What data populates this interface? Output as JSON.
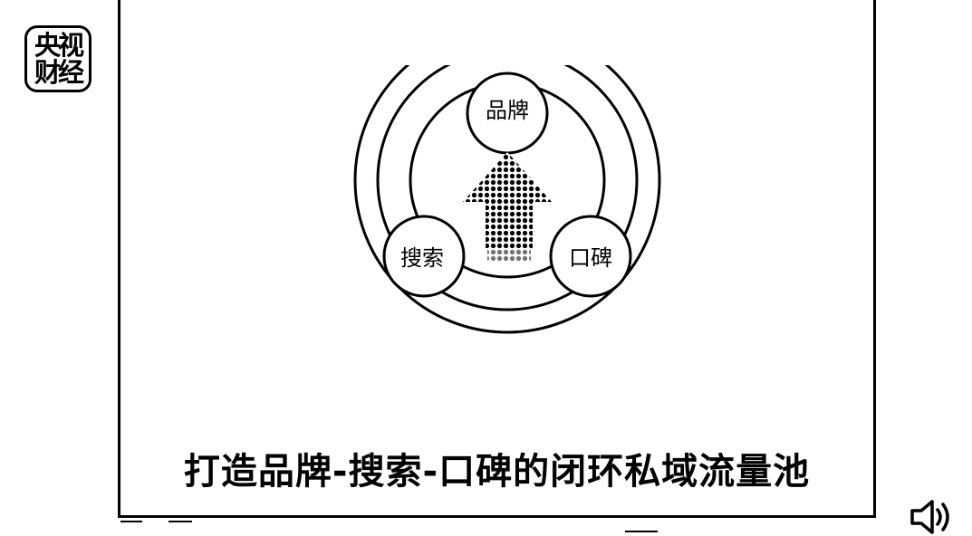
{
  "logo": {
    "line1": "央视",
    "line2": "财经"
  },
  "diagram": {
    "nodes": {
      "top": "品牌",
      "left": "搜索",
      "right": "口碑"
    }
  },
  "caption": "打造品牌-搜索-口碑的闭环私域流量池",
  "icons": {
    "volume": "volume-icon"
  }
}
